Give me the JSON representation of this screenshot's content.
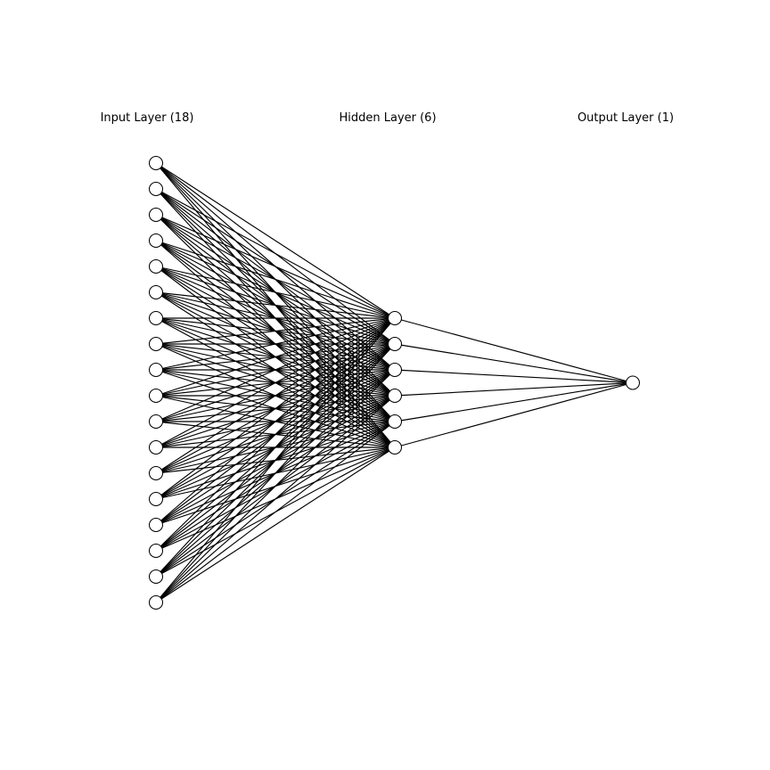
{
  "diagram": {
    "type": "neural-network",
    "connectivity": "fully-connected",
    "colors": {
      "line": "#000000",
      "node_fill": "#ffffff",
      "node_stroke": "#000000",
      "background": "#ffffff"
    }
  },
  "layers": [
    {
      "title": "Input Layer (18)",
      "neurons": 18
    },
    {
      "title": "Hidden Layer (6)",
      "neurons": 6
    },
    {
      "title": "Output Layer (1)",
      "neurons": 1
    }
  ]
}
